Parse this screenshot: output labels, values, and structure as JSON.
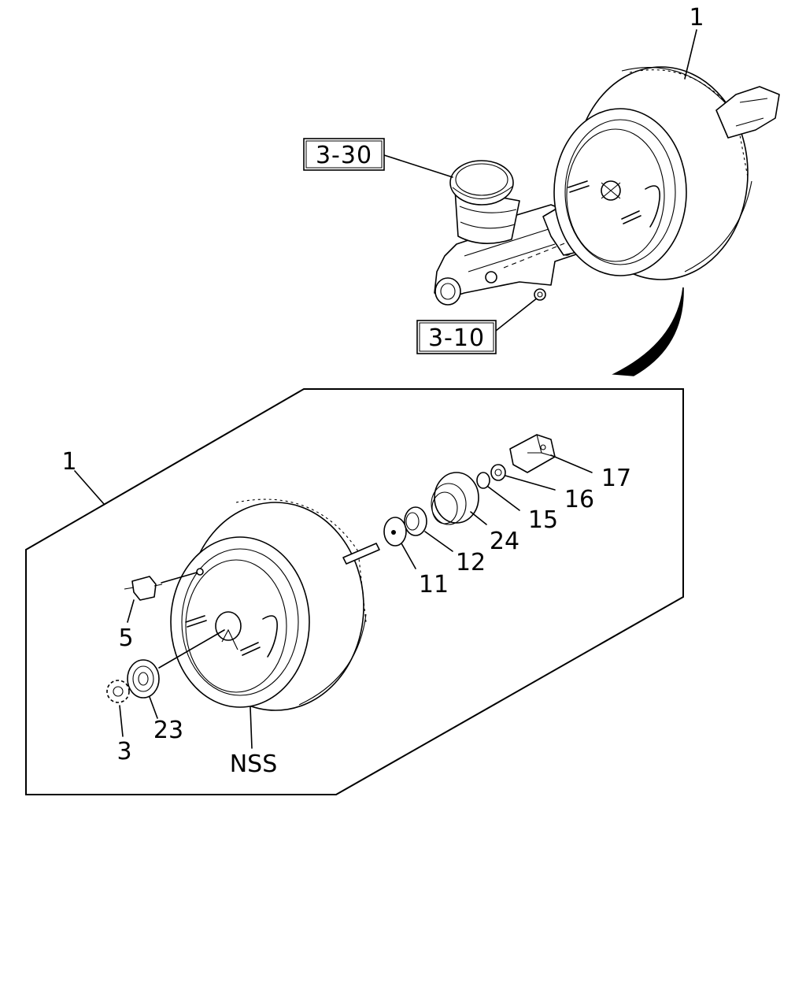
{
  "diagram": {
    "reference_boxes": {
      "ref_3_30": "3-30",
      "ref_3_10": "3-10"
    },
    "callouts": {
      "top_booster": "1",
      "kit_booster": "1",
      "p5": "5",
      "p23": "23",
      "p3": "3",
      "nss": "NSS",
      "p11": "11",
      "p12": "12",
      "p24": "24",
      "p15": "15",
      "p16": "16",
      "p17": "17"
    }
  }
}
